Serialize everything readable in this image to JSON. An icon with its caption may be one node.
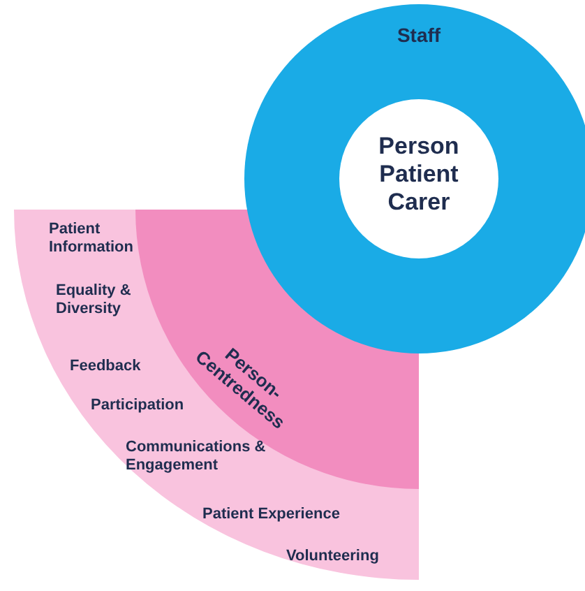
{
  "diagram": {
    "nodes": [
      {
        "text": [
          "Patient Information",
          "Equality & Diversity",
          "Feedback",
          "Participation",
          "Communications & Engagement",
          "Patient Experience",
          "Volunteering"
        ]
      },
      {
        "text": [
          "Person- Centredness"
        ],
        "in": 0
      },
      {
        "text": [
          "Staff"
        ]
      },
      {
        "text": [
          "Person Patient Carer"
        ],
        "in": 2
      }
    ]
  }
}
